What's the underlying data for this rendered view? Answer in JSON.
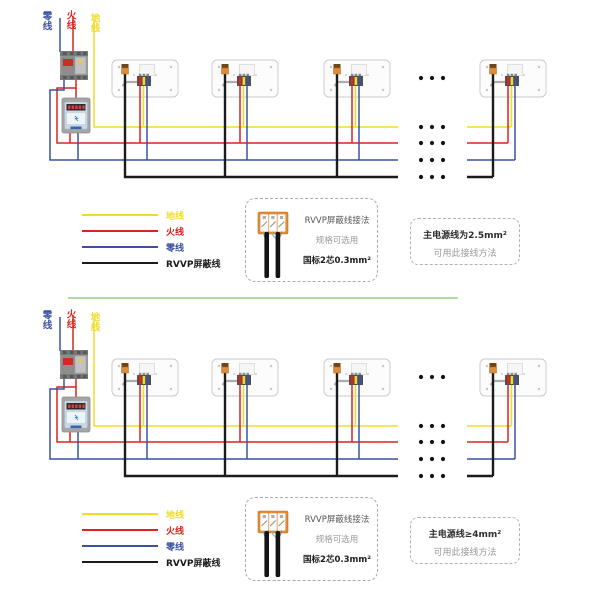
{
  "colors": {
    "ground": "#f0dc28",
    "live": "#d9251d",
    "neutral": "#3a52a0",
    "shield": "#1b1b1b",
    "connector": "#e28a36",
    "divider_green": "#b7d7a8"
  },
  "source_labels": {
    "neutral": "零线",
    "live": "火线",
    "ground": "地线"
  },
  "legend": {
    "items": [
      {
        "label": "地线",
        "key": "ground"
      },
      {
        "label": "火线",
        "key": "live"
      },
      {
        "label": "零线",
        "key": "neutral"
      },
      {
        "label": "RVVP屏蔽线",
        "key": "shield"
      }
    ]
  },
  "rvvp_note": {
    "line1": "RVVP屏蔽线接法",
    "line2": "规格可选用",
    "line3": "国标2芯0.3mm²"
  },
  "diagrams": [
    {
      "name": "top",
      "main_note": {
        "line1": "主电源线为2.5mm²",
        "line2": "可用此接线方法"
      }
    },
    {
      "name": "bottom",
      "main_note": {
        "line1": "主电源线≥4mm²",
        "line2": "可用此接线方法"
      }
    }
  ]
}
